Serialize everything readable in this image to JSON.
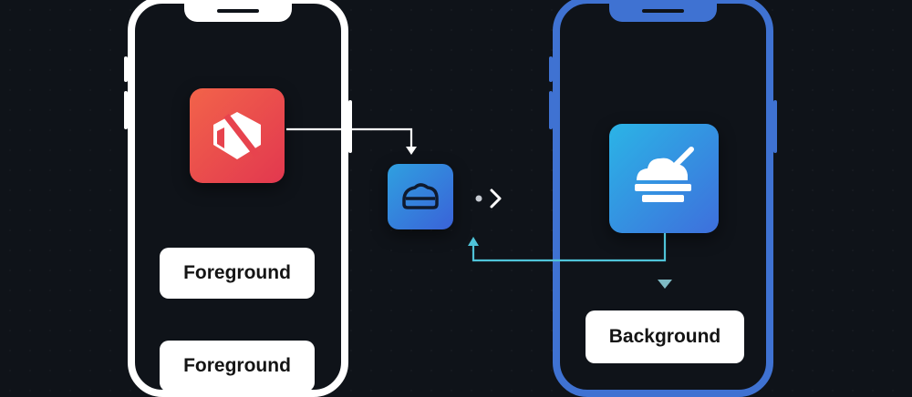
{
  "labels": {
    "foreground_1": "Foreground",
    "foreground_2": "Foreground",
    "background": "Background"
  },
  "icons": {
    "foreground_app": "shield-app-icon",
    "transition_app": "cloud-app-icon",
    "background_app": "cloud-cake-app-icon",
    "next": "chevron-right-icon"
  },
  "colors": {
    "background": "#0f1319",
    "foreground_phone": "#ffffff",
    "background_phone": "#3f72d2",
    "red_icon": "#e94a4c",
    "blue_icon": "#3a7ee0",
    "return_arrow": "#4fc3d8",
    "white_arrow": "#ffffff"
  }
}
